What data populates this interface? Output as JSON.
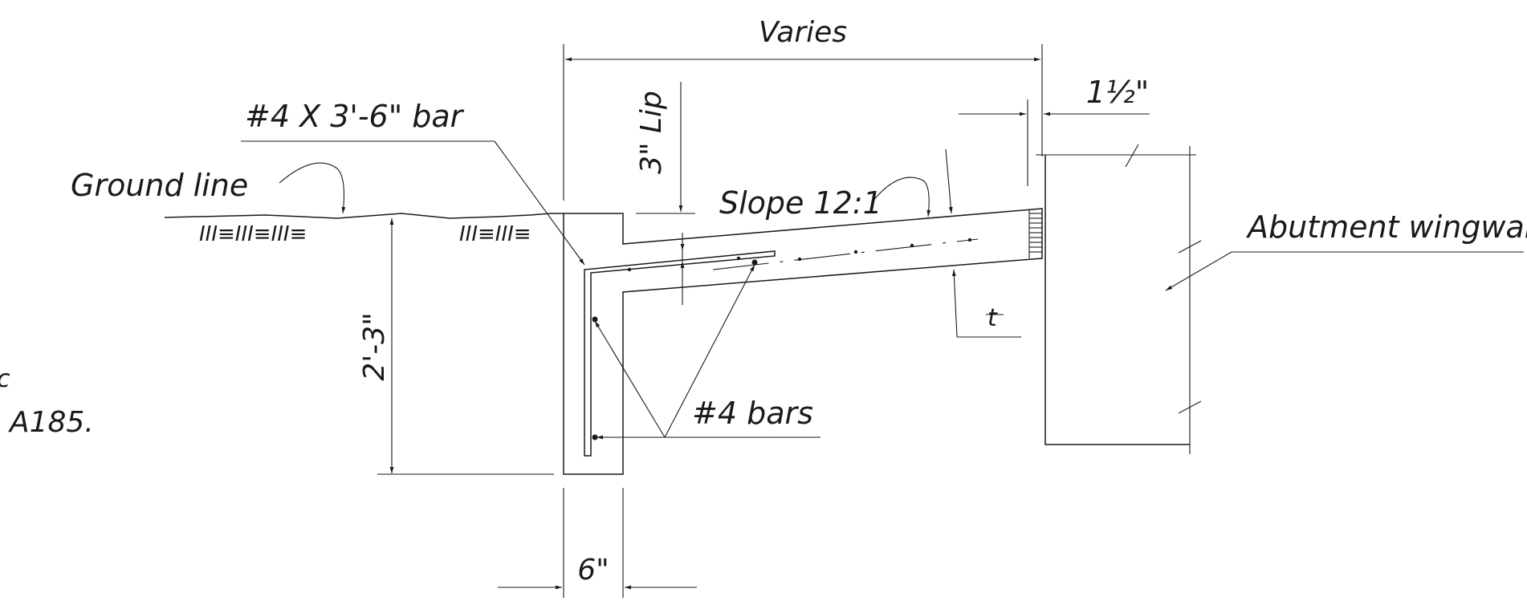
{
  "labels": {
    "varies": "Varies",
    "bar_note": "#4 X 3'-6\" bar",
    "ground_line": "Ground line",
    "lip": "3\" Lip",
    "slope": "Slope 12:1",
    "one_half": "1½\"",
    "abutment_wingwall": "Abutment wingwall",
    "t_symbol": "t",
    "height": "2'-3\"",
    "bars_note": "#4 bars",
    "a185_fragment": "A185.",
    "c_fragment": "c",
    "width_6": "6\""
  },
  "hatch_symbols": [
    "III≡III≡III≡",
    "III≡III≡"
  ]
}
